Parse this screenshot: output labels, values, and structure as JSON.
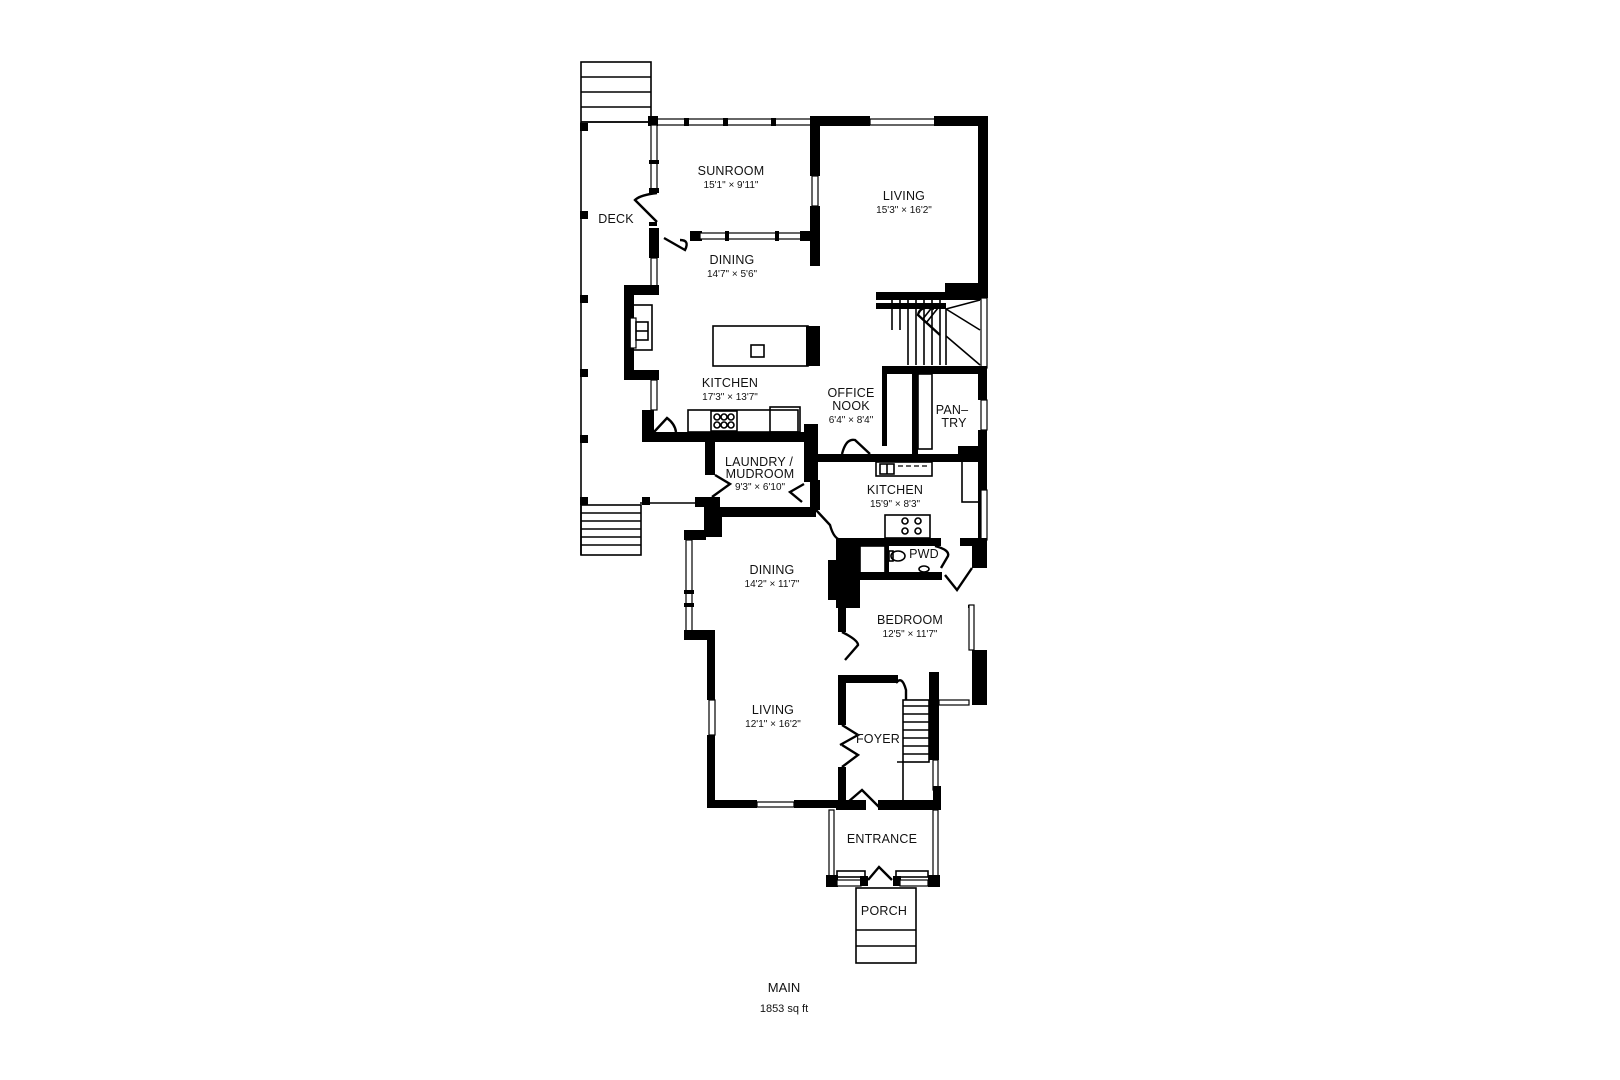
{
  "floor": {
    "name": "MAIN",
    "area": "1853 sq ft"
  },
  "rooms": [
    {
      "id": "deck",
      "name": "DECK",
      "dims": ""
    },
    {
      "id": "sunroom",
      "name": "SUNROOM",
      "dims": "15'1\" × 9'11\""
    },
    {
      "id": "living-upper",
      "name": "LIVING",
      "dims": "15'3\" × 16'2\""
    },
    {
      "id": "dining-upper",
      "name": "DINING",
      "dims": "14'7\" × 5'6\""
    },
    {
      "id": "kitchen-upper",
      "name": "KITCHEN",
      "dims": "17'3\" × 13'7\""
    },
    {
      "id": "office-nook",
      "name": "OFFICE",
      "name2": "NOOK",
      "dims": "6'4\" × 8'4\""
    },
    {
      "id": "pantry",
      "name": "PAN–",
      "name2": "TRY",
      "dims": ""
    },
    {
      "id": "laundry",
      "name": "LAUNDRY /",
      "name2": "MUDROOM",
      "dims": "9'3\" × 6'10\""
    },
    {
      "id": "kitchen-lower",
      "name": "KITCHEN",
      "dims": "15'9\" × 8'3\""
    },
    {
      "id": "pwd",
      "name": "PWD",
      "dims": ""
    },
    {
      "id": "dining-lower",
      "name": "DINING",
      "dims": "14'2\" × 11'7\""
    },
    {
      "id": "bedroom",
      "name": "BEDROOM",
      "dims": "12'5\" × 11'7\""
    },
    {
      "id": "living-lower",
      "name": "LIVING",
      "dims": "12'1\" × 16'2\""
    },
    {
      "id": "foyer",
      "name": "FOYER",
      "dims": ""
    },
    {
      "id": "entrance",
      "name": "ENTRANCE",
      "dims": ""
    },
    {
      "id": "porch",
      "name": "PORCH",
      "dims": ""
    }
  ]
}
